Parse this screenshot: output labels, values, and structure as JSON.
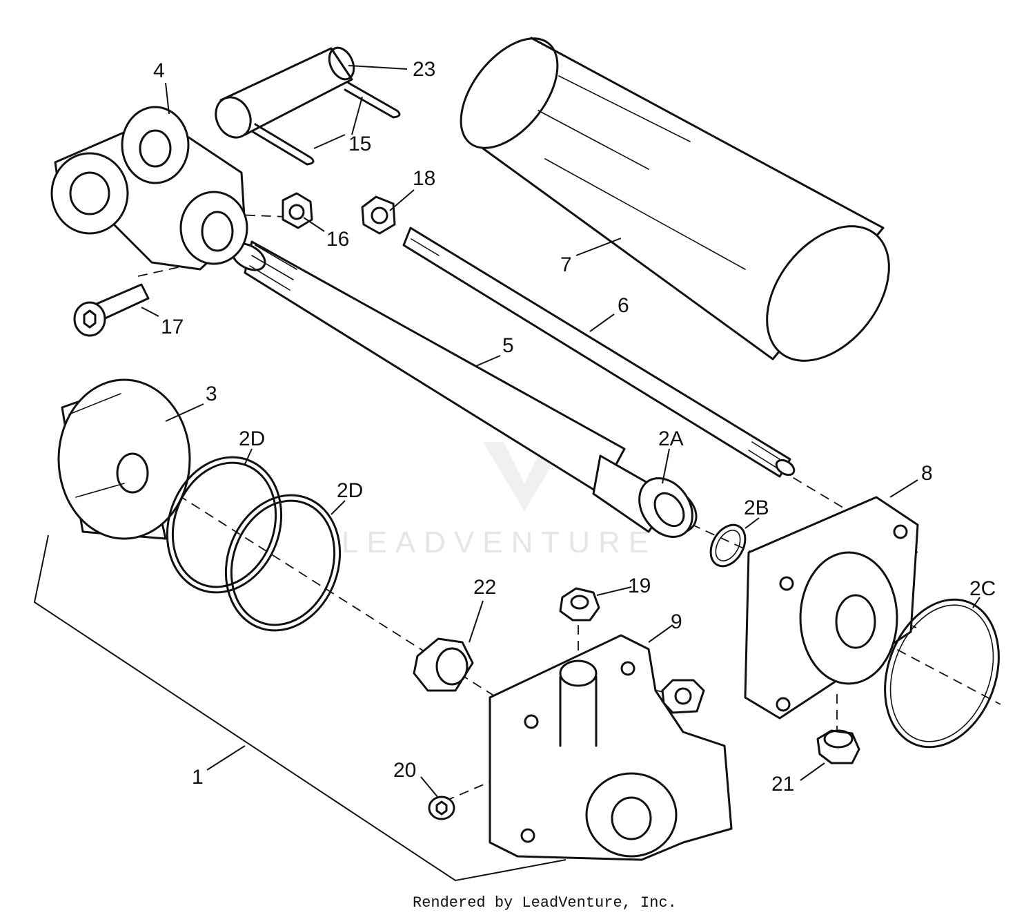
{
  "diagram": {
    "credit": "Rendered by LeadVenture, Inc.",
    "watermark": "LEADVENTURE",
    "callouts": {
      "c1": "1",
      "c2A": "2A",
      "c2B": "2B",
      "c2C": "2C",
      "c2D_a": "2D",
      "c2D_b": "2D",
      "c3": "3",
      "c4": "4",
      "c5": "5",
      "c6": "6",
      "c7": "7",
      "c8": "8",
      "c9": "9",
      "c15": "15",
      "c16": "16",
      "c17": "17",
      "c18": "18",
      "c19": "19",
      "c20": "20",
      "c21": "21",
      "c22": "22",
      "c23": "23"
    }
  }
}
